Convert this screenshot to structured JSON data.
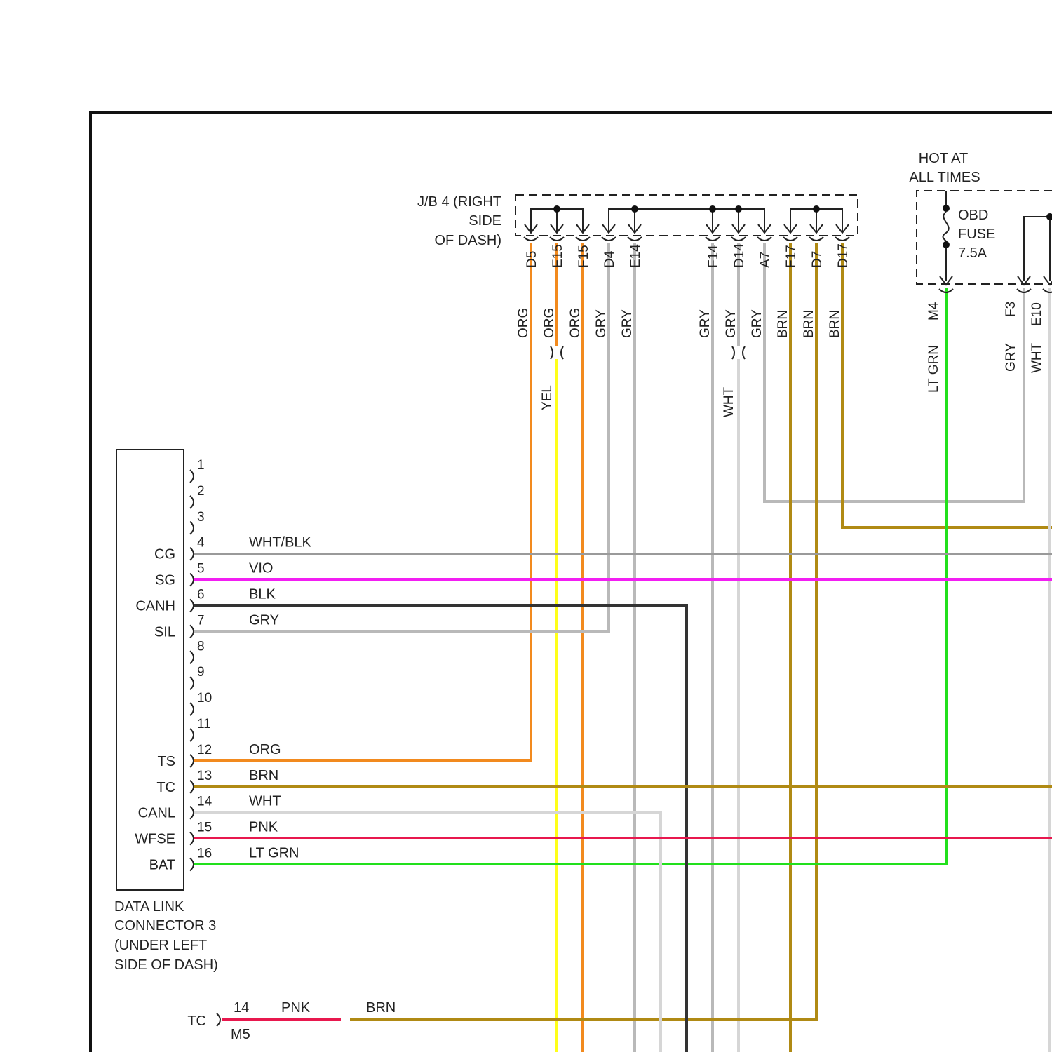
{
  "colors": {
    "ORG": "#f28a1e",
    "YEL": "#ffff1a",
    "GRY": "#b9b9b9",
    "WHT": "#d6d6d6",
    "BRN": "#b08a14",
    "VIO": "#f21ef2",
    "BLK": "#333333",
    "PNK": "#e8184e",
    "LTGRN": "#22e01c",
    "WHTBLK": "#9a9a9a"
  },
  "dlc": {
    "label_lines": [
      "DATA LINK",
      "CONNECTOR 3",
      "(UNDER LEFT",
      "SIDE OF DASH)"
    ],
    "pins": [
      {
        "num": "1",
        "func": "",
        "wire": ""
      },
      {
        "num": "2",
        "func": "",
        "wire": ""
      },
      {
        "num": "3",
        "func": "",
        "wire": ""
      },
      {
        "num": "4",
        "func": "CG",
        "wire": "WHT/BLK"
      },
      {
        "num": "5",
        "func": "SG",
        "wire": "VIO"
      },
      {
        "num": "6",
        "func": "CANH",
        "wire": "BLK"
      },
      {
        "num": "7",
        "func": "SIL",
        "wire": "GRY"
      },
      {
        "num": "8",
        "func": "",
        "wire": ""
      },
      {
        "num": "9",
        "func": "",
        "wire": ""
      },
      {
        "num": "10",
        "func": "",
        "wire": ""
      },
      {
        "num": "11",
        "func": "",
        "wire": ""
      },
      {
        "num": "12",
        "func": "TS",
        "wire": "ORG"
      },
      {
        "num": "13",
        "func": "TC",
        "wire": "BRN"
      },
      {
        "num": "14",
        "func": "CANL",
        "wire": "WHT"
      },
      {
        "num": "15",
        "func": "WFSE",
        "wire": "PNK"
      },
      {
        "num": "16",
        "func": "BAT",
        "wire": "LT GRN"
      }
    ]
  },
  "jb4": {
    "label_lines": [
      "J/B 4 (RIGHT",
      "SIDE",
      "OF DASH)"
    ],
    "terminals": [
      "D5",
      "E15",
      "F15",
      "D4",
      "E14",
      "F14",
      "D14",
      "A7",
      "F17",
      "D7",
      "D17"
    ],
    "wire_colors": [
      "ORG",
      "ORG",
      "ORG",
      "GRY",
      "GRY",
      "GRY",
      "GRY",
      "GRY",
      "BRN",
      "BRN",
      "BRN"
    ],
    "splice_wires": {
      "yel": "YEL",
      "wht": "WHT"
    }
  },
  "obd_fuse": {
    "header_lines": [
      "HOT AT",
      "ALL TIMES"
    ],
    "label_lines": [
      "OBD",
      "FUSE",
      "7.5A"
    ],
    "terminals": [
      "M4",
      "F3",
      "E10"
    ],
    "wire_colors": [
      "LT GRN",
      "GRY",
      "WHT"
    ]
  },
  "m5": {
    "func": "TC",
    "pin": "14",
    "connector": "M5",
    "wire1": "PNK",
    "wire2": "BRN"
  }
}
